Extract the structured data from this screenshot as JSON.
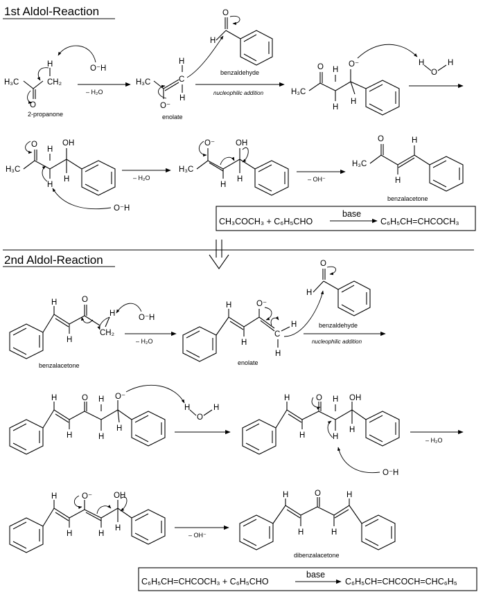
{
  "headings": {
    "first": "1st Aldol-Reaction",
    "second": "2nd Aldol-Reaction"
  },
  "labels": {
    "propanone": "2-propanone",
    "enolate": "enolate",
    "benzaldehyde": "benzaldehyde",
    "benzalacetone": "benzalacetone",
    "dibenzalacetone": "dibenzalacetone",
    "nucleophilic_addition": "nucleophilic addition",
    "minus_water": "– H₂O",
    "minus_hydroxide": "– OH⁻"
  },
  "atoms": {
    "h3c": "H₃C",
    "ch2": "CH₂",
    "c": "C",
    "o": "O",
    "oh": "OH",
    "h": "H",
    "o_minus": "O⁻",
    "hydroxide": "O⁻H",
    "oxygen": "O"
  },
  "equations": {
    "first": {
      "reactants": "CH₃COCH₃ + C₆H₅CHO",
      "condition": "base",
      "product": "C₆H₅CH=CHCOCH₃"
    },
    "second": {
      "reactants": "C₆H₅CH=CHCOCH₃ + C₆H₅CHO",
      "condition": "base",
      "product": "C₆H₅CH=CHCOCH=CHC₆H₅"
    }
  },
  "colors": {
    "ink": "#000000",
    "background": "#ffffff"
  }
}
